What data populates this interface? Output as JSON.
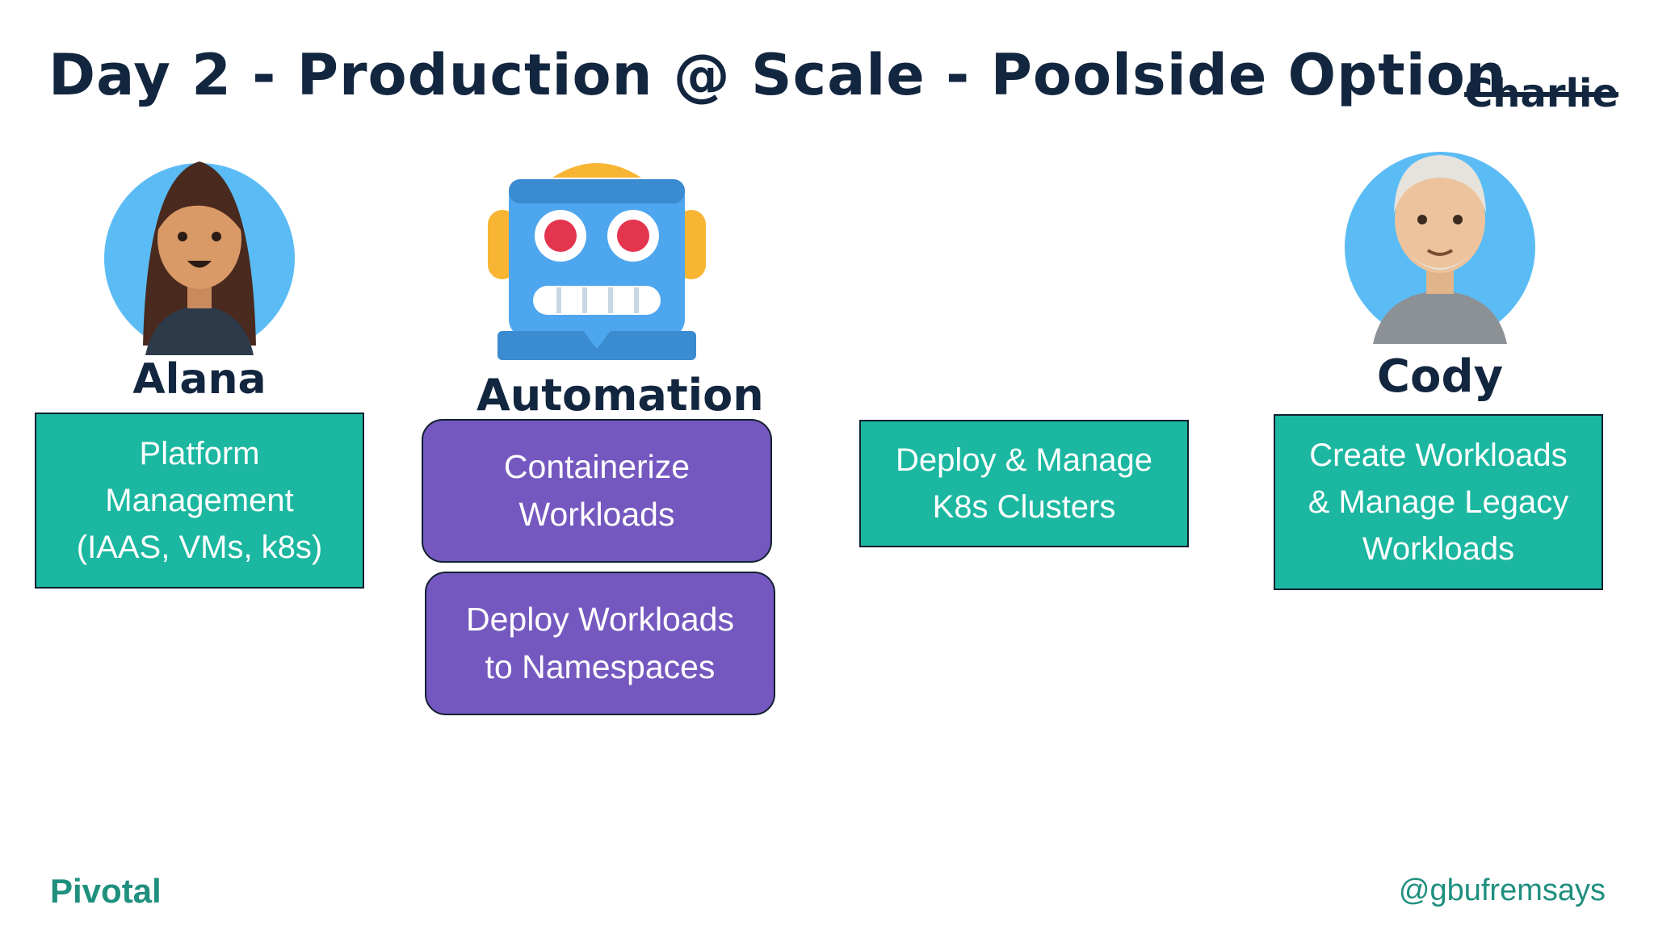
{
  "slide": {
    "title": "Day 2 - Production @ Scale - Poolside Option",
    "struck_name": "Charlie",
    "brand": "Pivotal",
    "handle": "@gbufremsays"
  },
  "personas": {
    "alana": {
      "name": "Alana"
    },
    "automation": {
      "name": "Automation"
    },
    "cody": {
      "name": "Cody"
    }
  },
  "boxes": {
    "platform_management": "Platform\nManagement\n(IAAS, VMs, k8s)",
    "containerize_workloads": "Containerize\nWorkloads",
    "deploy_workloads": "Deploy Workloads\nto Namespaces",
    "deploy_manage_clusters": "Deploy & Manage\nK8s Clusters",
    "create_workloads": "Create Workloads\n& Manage Legacy\nWorkloads"
  },
  "colors": {
    "teal": "#1bb7a0",
    "purple": "#7558bf",
    "navy": "#13263f",
    "avatar_bg": "#5bbcf5",
    "brand_green": "#1f8f7e"
  }
}
